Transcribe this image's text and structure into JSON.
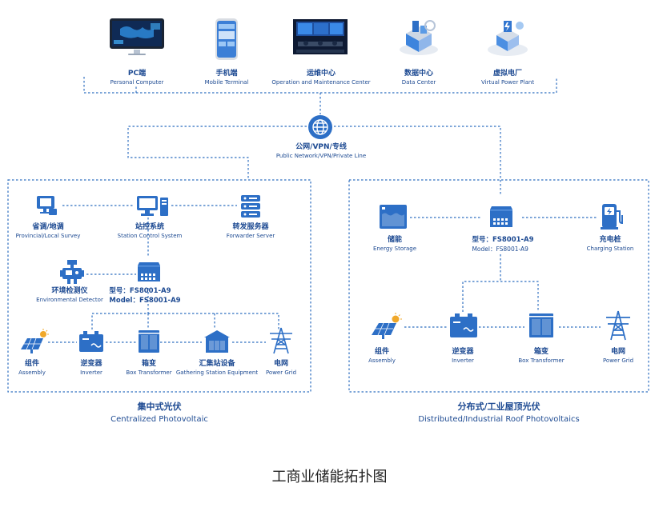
{
  "top": {
    "pc": {
      "zh": "PC端",
      "en": "Personal Computer"
    },
    "mobile": {
      "zh": "手机端",
      "en": "Mobile Terminal"
    },
    "ops": {
      "zh": "运维中心",
      "en": "Operation and Maintenance Center"
    },
    "datacenter": {
      "zh": "数据中心",
      "en": "Data Center"
    },
    "vpp": {
      "zh": "虚拟电厂",
      "en": "Virtual Power Plant"
    }
  },
  "network": {
    "zh": "公网/VPN/专线",
    "en": "Public Network/VPN/Private Line"
  },
  "left": {
    "survey": {
      "zh": "省调/地调",
      "en": "Provincial/Local Survey"
    },
    "station": {
      "zh": "站控系统",
      "en": "Station Control System"
    },
    "forwarder": {
      "zh": "转发服务器",
      "en": "Forwarder Server"
    },
    "env": {
      "zh": "环境检测仪",
      "en": "Environmental Detector"
    },
    "model_zh": "型号：FS8001-A9",
    "model_en": "Model：FS8001-A9",
    "assembly": {
      "zh": "组件",
      "en": "Assembly"
    },
    "inverter": {
      "zh": "逆变器",
      "en": "Inverter"
    },
    "box": {
      "zh": "箱变",
      "en": "Box Transformer"
    },
    "gathering": {
      "zh": "汇集站设备",
      "en": "Gathering Station Equipment"
    },
    "grid": {
      "zh": "电网",
      "en": "Power Grid"
    },
    "title_zh": "集中式光伏",
    "title_en": "Centralized Photovoltaic"
  },
  "right": {
    "storage": {
      "zh": "储能",
      "en": "Energy Storage"
    },
    "model_zh": "型号：FS8001-A9",
    "model_en": "Model：FS8001-A9",
    "charging": {
      "zh": "充电桩",
      "en": "Charging Station"
    },
    "assembly": {
      "zh": "组件",
      "en": "Assembly"
    },
    "inverter": {
      "zh": "逆变器",
      "en": "Inverter"
    },
    "box": {
      "zh": "箱变",
      "en": "Box Transformer"
    },
    "grid": {
      "zh": "电网",
      "en": "Power Grid"
    },
    "title_zh": "分布式/工业屋顶光伏",
    "title_en": "Distributed/Industrial Roof Photovoltaics"
  },
  "caption": "工商业储能拓扑图",
  "colors": {
    "line": "#2f6fc0",
    "icon": "#2d6fc6",
    "text": "#1d4a92"
  }
}
